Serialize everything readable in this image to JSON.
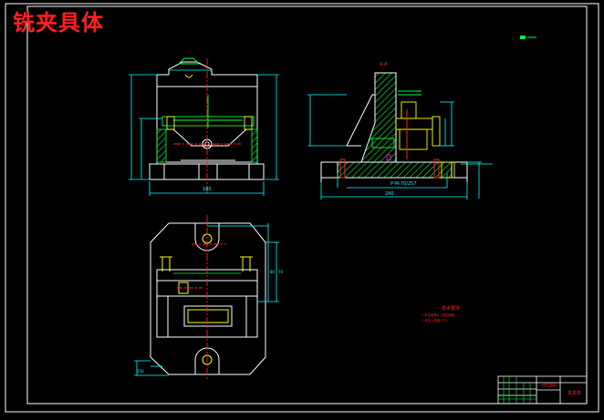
{
  "drawing": {
    "title": "铣夹具体",
    "colors": {
      "background": "#000000",
      "outline": "#ffffff",
      "dimension": "#00ffff",
      "centerline": "#ff2020",
      "hatch": "#00ff40",
      "detail": "#ffff00",
      "accent": "#ff00ff",
      "title": "#ff2020"
    },
    "view_labels": {
      "section": "A-A"
    },
    "dimension_labels": {
      "front_width": "180",
      "section_base": "240",
      "section_note": "P-M-70/257",
      "plan_left": "150",
      "plan_right_a": "80",
      "plan_right_b": "70"
    },
    "tech_notes": {
      "heading": "技术要求",
      "line1": "1.未注倒角C1,锐边倒钝。",
      "line2": "2.未注公差按IT12。"
    },
    "title_block": {
      "material": "HT200",
      "part_name": "夹具体"
    }
  }
}
